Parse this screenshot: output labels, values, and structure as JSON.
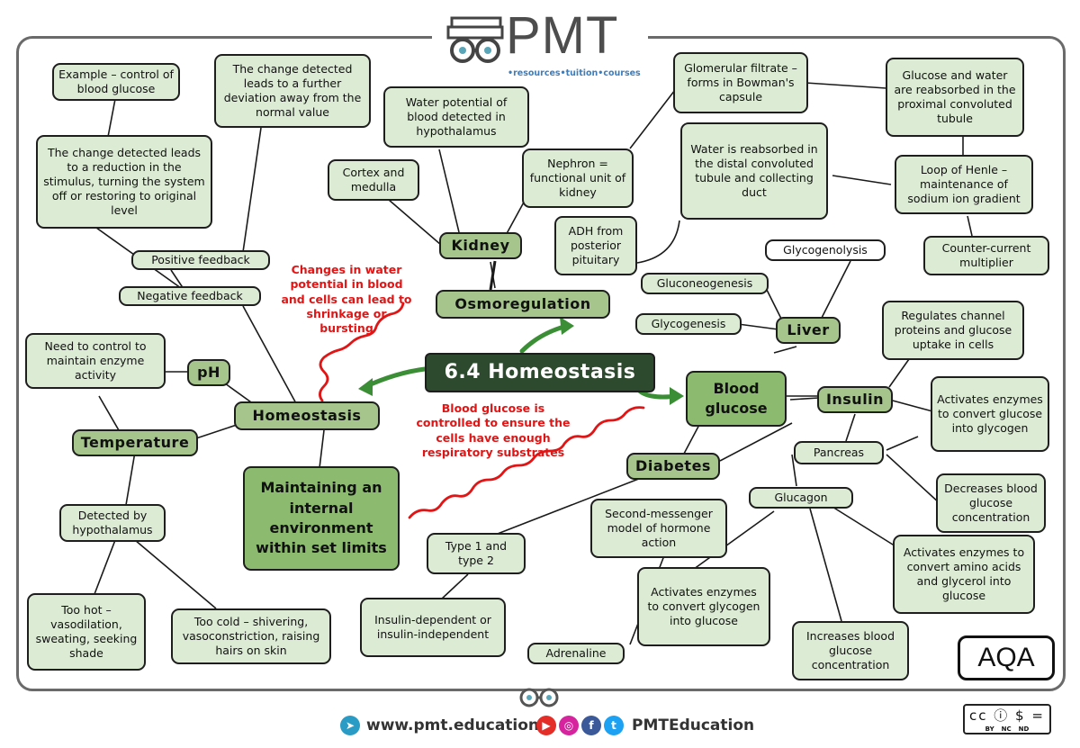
{
  "brand": {
    "logo_text": "PMT",
    "tagline": "•resources•tuition•courses",
    "website": "www.pmt.education",
    "social_handle": "PMTEducation",
    "exam_board": "AQA",
    "license": {
      "icons": "cc ⓘ $ =",
      "terms": [
        "BY",
        "NC",
        "ND"
      ]
    }
  },
  "colors": {
    "node_fill": "#dcebd4",
    "mid_fill": "#a5c58c",
    "big_fill": "#8cbb70",
    "center_fill": "#2e4a2e",
    "annotation": "#e01515",
    "arrow": "#3b8e35"
  },
  "nodes": {
    "center": "6.4 Homeostasis",
    "homeostasis": "Homeostasis",
    "osmoregulation": "Osmoregulation",
    "blood_glucose": "Blood glucose",
    "kidney": "Kidney",
    "maintaining": "Maintaining an internal environment within set limits",
    "ph": "pH",
    "temperature": "Temperature",
    "positive_feedback": "Positive feedback",
    "negative_feedback": "Negative feedback",
    "example": "Example – control of blood glucose",
    "change_further": "The change detected leads to a further deviation away from the normal value",
    "change_reduction": "The change detected leads to a reduction in the stimulus, turning the system off or restoring to original level",
    "need_enzyme": "Need to control to maintain enzyme activity",
    "detected_hypothalamus": "Detected by hypothalamus",
    "too_hot": "Too hot – vasodilation, sweating, seeking shade",
    "too_cold": "Too cold – shivering, vasoconstriction, raising hairs on skin",
    "water_potential": "Water potential of blood detected in hypothalamus",
    "cortex_medulla": "Cortex and medulla",
    "nephron": "Nephron = functional unit of kidney",
    "glomerular": "Glomerular filtrate – forms in Bowman's capsule",
    "glucose_water": "Glucose and water are reabsorbed in the proximal convoluted tubule",
    "water_distal": "Water is reabsorbed in the distal convoluted tubule and collecting duct",
    "loop_henle": "Loop of Henle – maintenance of sodium ion gradient",
    "adh": "ADH from posterior pituitary",
    "counter_current": "Counter-current multiplier",
    "glycogenolysis": "Glycogenolysis",
    "gluconeogenesis": "Gluconeogenesis",
    "glycogenesis": "Glycogenesis",
    "liver": "Liver",
    "regulates_channel": "Regulates channel proteins and glucose uptake in cells",
    "insulin": "Insulin",
    "activates_glycogen": "Activates enzymes to convert glucose into glycogen",
    "pancreas": "Pancreas",
    "decreases": "Decreases blood glucose concentration",
    "glucagon": "Glucagon",
    "activates_amino": "Activates enzymes to convert amino acids and glycerol into glucose",
    "increases": "Increases blood glucose concentration",
    "activates_glycogen_glucose": "Activates enzymes to convert glycogen into glucose",
    "second_messenger": "Second-messenger model of hormone action",
    "adrenaline": "Adrenaline",
    "diabetes": "Diabetes",
    "type12": "Type 1 and type 2",
    "insulin_dependent": "Insulin-dependent or insulin-independent"
  },
  "annotations": {
    "water_changes": "Changes in water potential in blood and cells can lead to shrinkage or bursting",
    "glucose_controlled": "Blood glucose is controlled to ensure the cells have enough respiratory substrates"
  }
}
